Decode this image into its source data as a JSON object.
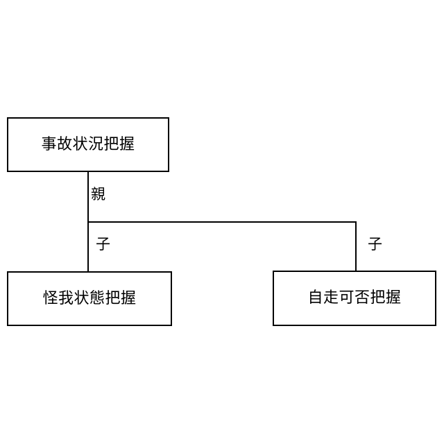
{
  "diagram": {
    "type": "tree-diagram",
    "background_color": "#ffffff",
    "line_color": "#000000",
    "text_color": "#000000",
    "nodes": [
      {
        "id": "root",
        "label": "事故状況把握"
      },
      {
        "id": "child_left",
        "label": "怪我状態把握"
      },
      {
        "id": "child_right",
        "label": "自走可否把握"
      }
    ],
    "edge_labels": {
      "parent": "親",
      "child_left": "子",
      "child_right": "子"
    }
  }
}
